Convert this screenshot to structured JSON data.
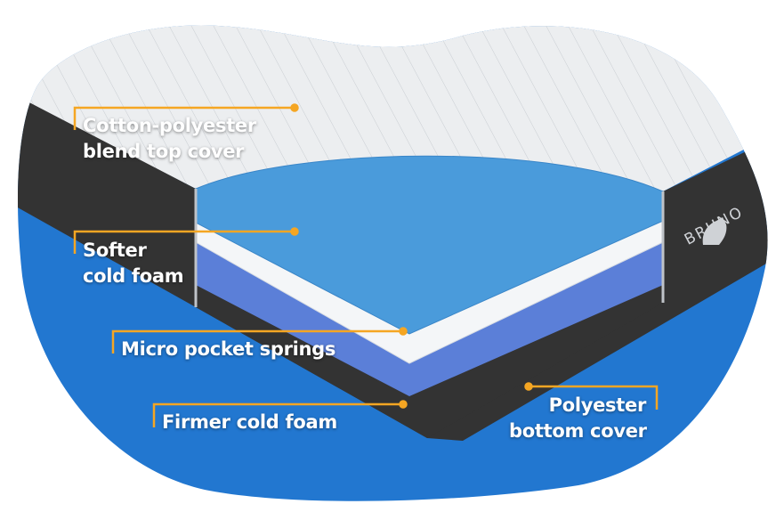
{
  "labels": {
    "top_cover": [
      "Cotton-polyester",
      "blend top cover"
    ],
    "softer_foam": [
      "Softer",
      "cold foam"
    ],
    "springs": "Micro pocket springs",
    "firmer_foam": "Firmer cold foam",
    "bottom_cover": [
      "Polyester",
      "bottom cover"
    ]
  },
  "brand": "BRUNO",
  "colors": {
    "accent": "#f5a623",
    "blue": "#2277d0",
    "dark": "#333333",
    "cover": "#eceef0"
  }
}
